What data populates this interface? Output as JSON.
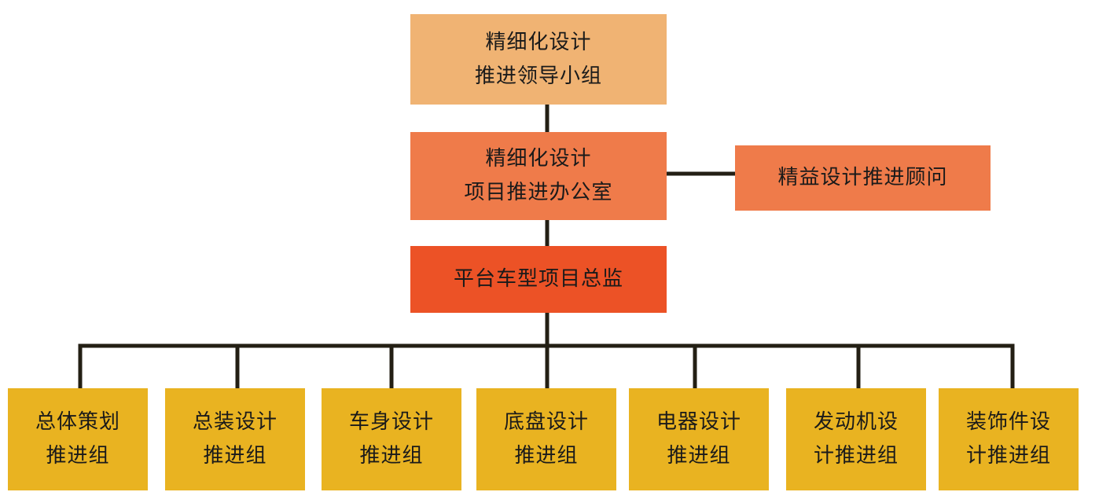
{
  "colors": {
    "leadership": "#f0b373",
    "office": "#ef7b4a",
    "advisor": "#ef7b4a",
    "director": "#ec5226",
    "groups": "#e9b321",
    "connector": "#231f14"
  },
  "top": {
    "leadership": [
      "精细化设计",
      "推进领导小组"
    ],
    "office": [
      "精细化设计",
      "项目推进办公室"
    ],
    "advisor": "精益设计推进顾问",
    "director": "平台车型项目总监"
  },
  "groups": [
    {
      "lines": [
        "总体策划",
        "推进组"
      ]
    },
    {
      "lines": [
        "总装设计",
        "推进组"
      ]
    },
    {
      "lines": [
        "车身设计",
        "推进组"
      ]
    },
    {
      "lines": [
        "底盘设计",
        "推进组"
      ]
    },
    {
      "lines": [
        "电器设计",
        "推进组"
      ]
    },
    {
      "lines": [
        "发动机设",
        "计推进组"
      ]
    },
    {
      "lines": [
        "装饰件设",
        "计推进组"
      ]
    }
  ]
}
